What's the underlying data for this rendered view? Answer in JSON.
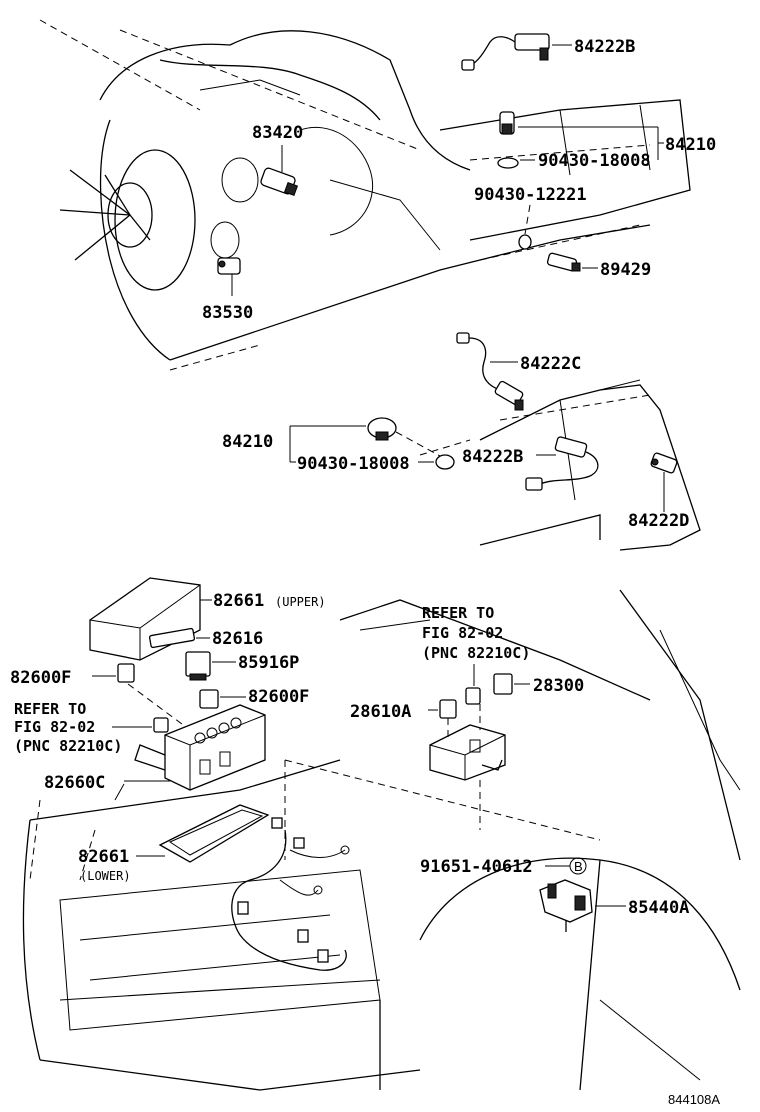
{
  "labels": {
    "p84222B_top": "84222B",
    "p84210_top": "84210",
    "p83420": "83420",
    "p90430_18008_top": "90430-18008",
    "p90430_12221": "90430-12221",
    "p89429": "89429",
    "p83530": "83530",
    "p84222C": "84222C",
    "p84210_mid": "84210",
    "p84222B_mid": "84222B",
    "p90430_18008_mid": "90430-18008",
    "p84222D": "84222D",
    "p82661_upper": "82661",
    "p82661_upper_note": "(UPPER)",
    "p82616": "82616",
    "p85916P": "85916P",
    "p82600F_left": "82600F",
    "p82600F_right": "82600F",
    "ref_left_1": "REFER TO",
    "ref_left_2": "FIG 82-02",
    "ref_left_3": "(PNC 82210C)",
    "p82660C": "82660C",
    "p82661_lower": "82661",
    "p82661_lower_note": "(LOWER)",
    "ref_right_1": "REFER TO",
    "ref_right_2": "FIG 82-02",
    "ref_right_3": "(PNC 82210C)",
    "p28300": "28300",
    "p28610A": "28610A",
    "p91651_40612": "91651-40612",
    "circle_B": "B",
    "p85440A": "85440A",
    "drawing_code": "844108A"
  }
}
